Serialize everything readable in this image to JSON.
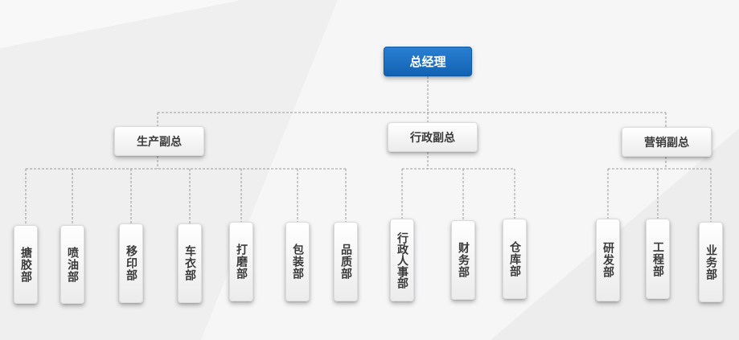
{
  "ceo": {
    "label": "总经理"
  },
  "vps": [
    {
      "label": "生产副总",
      "departments": [
        "搪胶部",
        "喷油部",
        "移印部",
        "车衣部",
        "打磨部",
        "包装部",
        "品质部"
      ]
    },
    {
      "label": "行政副总",
      "departments": [
        "行政人事部",
        "财务部",
        "仓库部"
      ]
    },
    {
      "label": "营销副总",
      "departments": [
        "研发部",
        "工程部",
        "业务部"
      ]
    }
  ],
  "colors": {
    "ceo_fill": "#1668be",
    "node_fill": "#f4f4f4",
    "connector": "#9a9a9a",
    "text": "#3a3a3a"
  }
}
